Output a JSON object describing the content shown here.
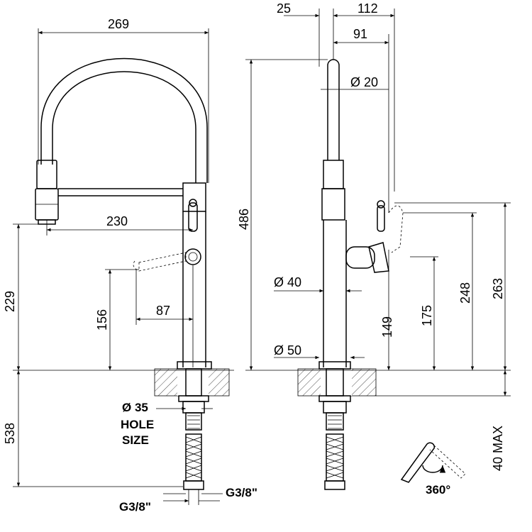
{
  "front_view": {
    "width_label": "269",
    "reach_label": "230",
    "height_label": "229",
    "lever_height_label": "156",
    "lever_offset_label": "87",
    "hose_length_label": "538",
    "hole_diameter_label": "Ø 35",
    "hole_size_line1": "HOLE",
    "hole_size_line2": "SIZE",
    "thread_left_label": "G3/8\"",
    "thread_right_label": "G3/8\""
  },
  "side_view": {
    "offset_label": "25",
    "reach_label": "112",
    "spout_reach_label": "91",
    "spout_diameter_label": "Ø 20",
    "total_height_label": "486",
    "body_diameter_label": "Ø 40",
    "base_diameter_label": "Ø 50",
    "body_height_label": "149",
    "lever_height_label": "175",
    "top_lever_height_label": "248",
    "max_height_label": "263",
    "counter_thickness_label": "40 MAX",
    "rotation_label": "360°"
  }
}
